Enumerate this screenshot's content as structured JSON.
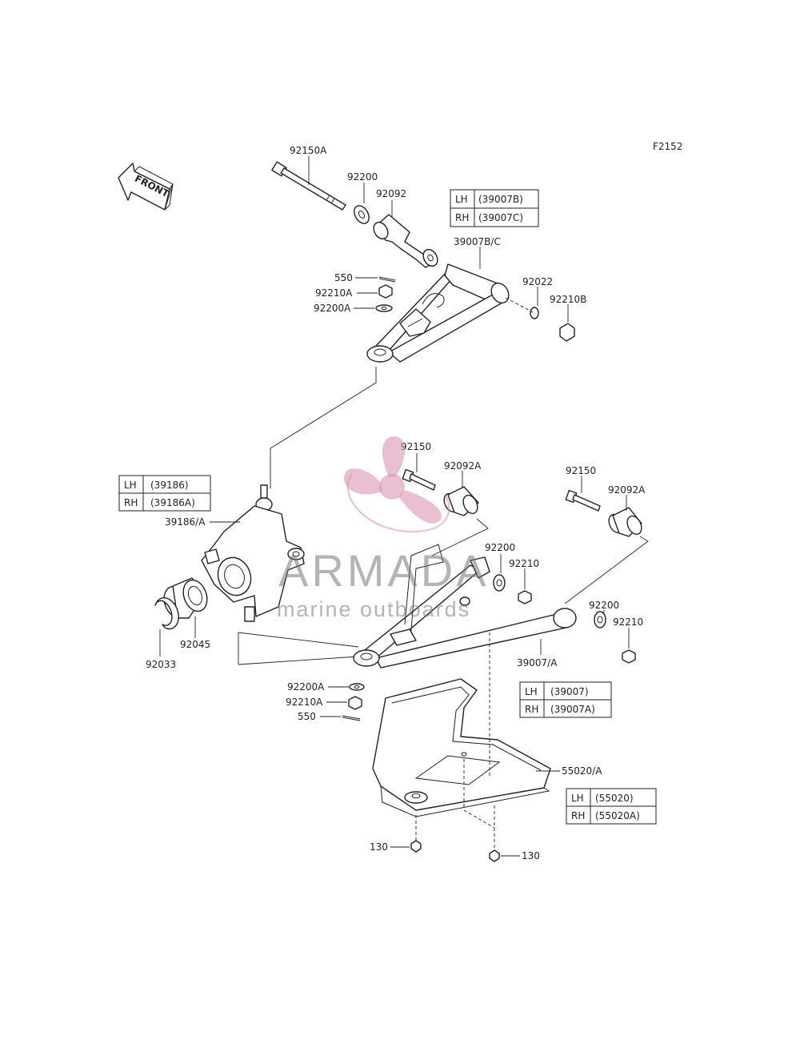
{
  "figure_id": "F2152",
  "front_label": "FRONT",
  "watermark": {
    "name": "ARMADA",
    "tagline": "marine outboards",
    "color": "#d98aac"
  },
  "part_labels": {
    "p92150A": "92150A",
    "p92200_top": "92200",
    "p92092": "92092",
    "p39007BC": "39007B/C",
    "p550_top": "550",
    "p92210A_top": "92210A",
    "p92200A_top": "92200A",
    "p92022": "92022",
    "p92210B": "92210B",
    "p92150_a": "92150",
    "p92092A_a": "92092A",
    "p92150_b": "92150",
    "p92092A_b": "92092A",
    "p39186A": "39186/A",
    "p92200_mid": "92200",
    "p92210_mid": "92210",
    "p92200_right": "92200",
    "p92210_right": "92210",
    "p92045": "92045",
    "p92033": "92033",
    "p39007A": "39007/A",
    "p92200A_bot": "92200A",
    "p92210A_bot": "92210A",
    "p550_bot": "550",
    "p55020A": "55020/A",
    "p130_left": "130",
    "p130_right": "130"
  },
  "tables": {
    "upper_arm": {
      "lh_label": "LH",
      "lh_value": "(39007B)",
      "rh_label": "RH",
      "rh_value": "(39007C)"
    },
    "knuckle": {
      "lh_label": "LH",
      "lh_value": "(39186)",
      "rh_label": "RH",
      "rh_value": "(39186A)"
    },
    "lower_arm": {
      "lh_label": "LH",
      "lh_value": "(39007)",
      "rh_label": "RH",
      "rh_value": "(39007A)"
    },
    "guard": {
      "lh_label": "LH",
      "lh_value": "(55020)",
      "rh_label": "RH",
      "rh_value": "(55020A)"
    }
  }
}
